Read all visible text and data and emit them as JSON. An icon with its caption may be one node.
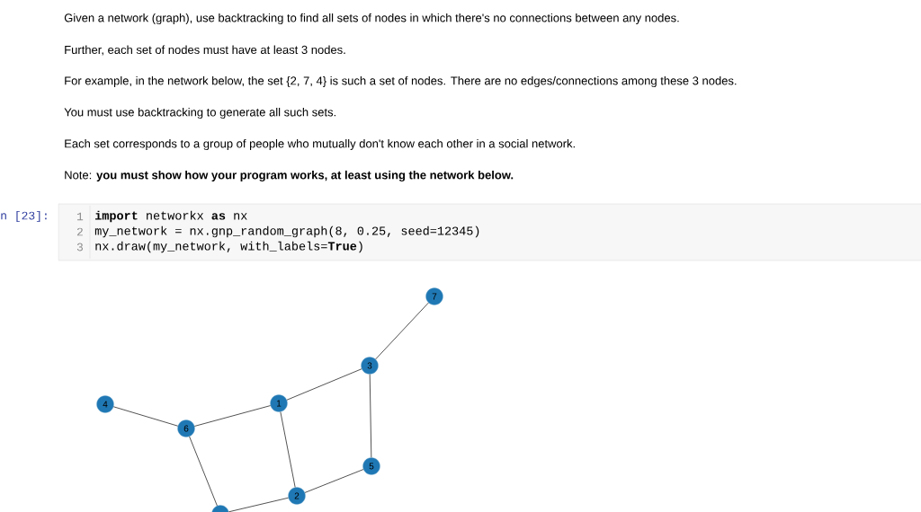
{
  "diagram": {
    "nodes": [
      {
        "text": [
          "7"
        ]
      },
      {
        "text": [
          "3"
        ]
      },
      {
        "text": [
          "1"
        ]
      },
      {
        "text": [
          "4"
        ]
      },
      {
        "text": [
          "6"
        ]
      },
      {
        "text": [
          "5"
        ]
      },
      {
        "text": [
          "2"
        ]
      },
      {
        "text": [],
        "shape": "circle"
      }
    ],
    "edges": [
      {
        "from": 0,
        "to": 1,
        "arrow": "none"
      },
      {
        "from": 1,
        "to": 2,
        "arrow": "none"
      },
      {
        "from": 1,
        "to": 5,
        "arrow": "none"
      },
      {
        "from": 2,
        "to": 4,
        "arrow": "none"
      },
      {
        "from": 2,
        "to": 6,
        "arrow": "none"
      },
      {
        "from": 3,
        "to": 4,
        "arrow": "none"
      },
      {
        "from": 4,
        "to": 7,
        "arrow": "none"
      },
      {
        "from": 6,
        "to": 5,
        "arrow": "none"
      },
      {
        "from": 6,
        "to": 7,
        "arrow": "none"
      }
    ],
    "labels": [
      "Given a network (graph), use backtracking to find all sets of nodes in which there's no connections between any nodes.",
      "Further, each set of nodes must have at least 3 nodes.",
      "For example, in the network below, the set {2, 7, 4} is such a set of nodes. There are no edges/connections among these 3 nodes.",
      "You must use backtracking to generate all such sets.",
      "Each set corresponds to a group of people who mutually don't know each other in a social network.",
      "Note: **you must show how your program works, at least using the network below.**",
      "n [23]:",
      "1",
      "**import** networkx **as** nx",
      "2",
      "my_network = nx.gnp_random_graph(8, 0.25, seed=12345)",
      "3",
      "nx.draw(my_network, with_labels=**True**)"
    ]
  }
}
